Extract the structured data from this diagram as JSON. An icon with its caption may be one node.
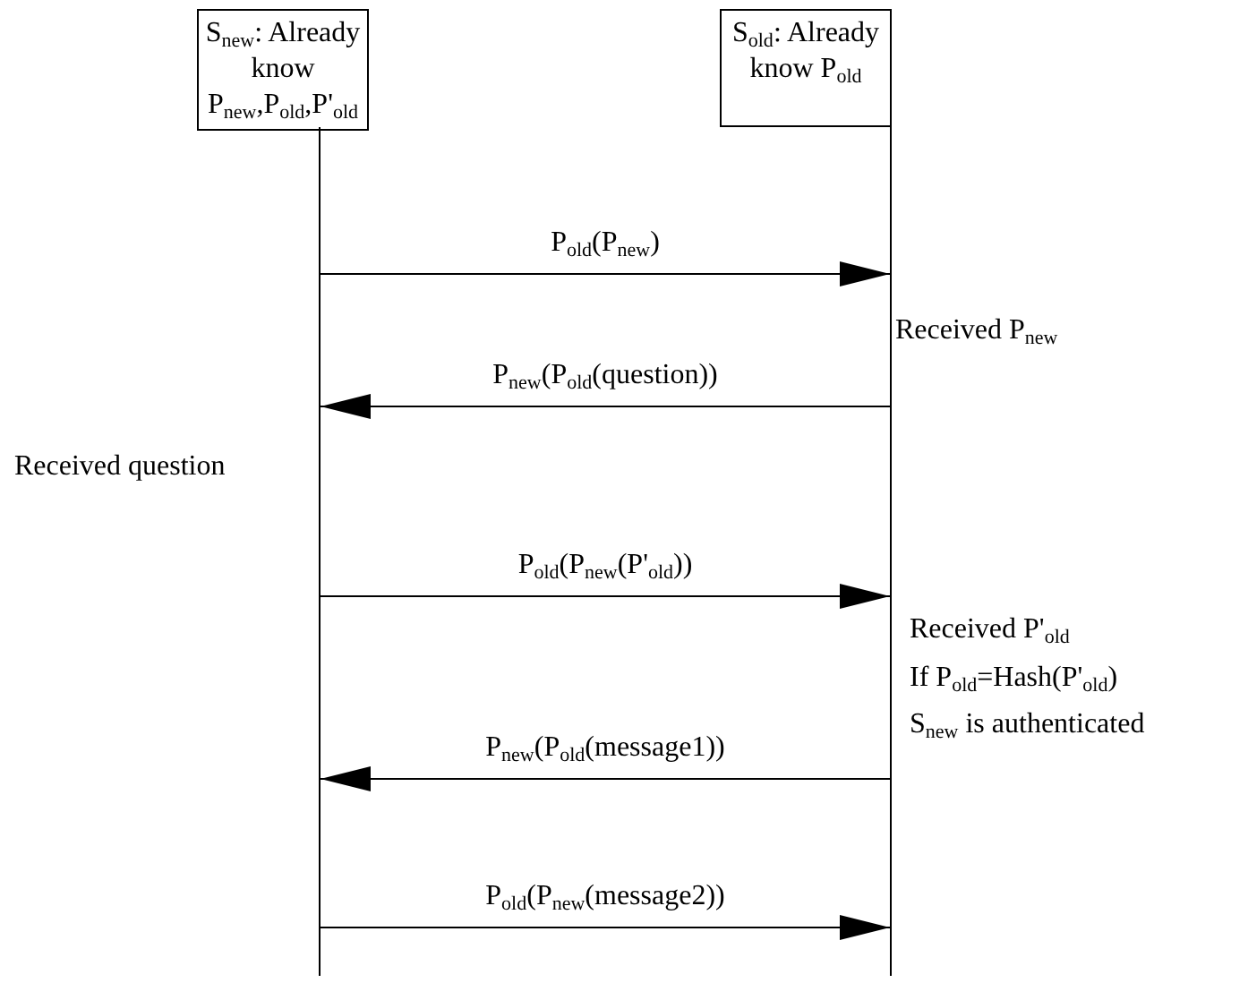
{
  "diagram": {
    "nodes": [
      {
        "text": [
          "S$_{new}$: Already know P$_{new}$,P$_{old}$,P'$_{old}$"
        ]
      },
      {
        "text": [
          "S$_{old}$: Already know P$_{old}$"
        ]
      },
      {
        "text": [],
        "shape": "line"
      },
      {
        "text": [],
        "shape": "line"
      }
    ],
    "edges": [
      {
        "from": 2,
        "to": 3,
        "arrow": "to",
        "label": "P$_{old}$(P$_{new}$)"
      },
      {
        "from": 3,
        "to": 2,
        "arrow": "to",
        "label": "P$_{new}$(P$_{old}$(question))"
      },
      {
        "from": 2,
        "to": 3,
        "arrow": "to",
        "label": "P$_{old}$(P$_{new}$(P'$_{old}$))"
      },
      {
        "from": 3,
        "to": 2,
        "arrow": "to",
        "label": "P$_{new}$(P$_{old}$(message1))"
      },
      {
        "from": 2,
        "to": 3,
        "arrow": "to",
        "label": "P$_{old}$(P$_{new}$(message2))"
      }
    ],
    "labels": [
      "Received P$_{new}$",
      "Received question",
      "Received P'$_{old}$",
      "If P$_{old}$=Hash(P'$_{old}$)",
      "S$_{new}$ is authenticated"
    ]
  }
}
